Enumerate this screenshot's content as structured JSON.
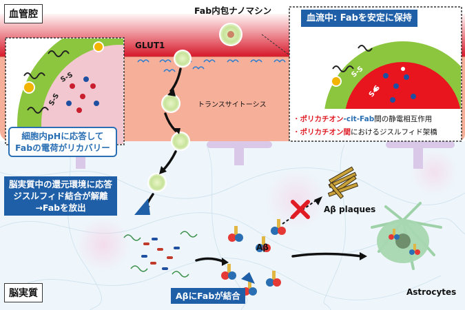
{
  "labels": {
    "blood_vessel": "血管腔",
    "brain_parenchyma": "脳実質",
    "nanomachine": "Fab内包ナノマシン",
    "glut1": "GLUT1",
    "transcytosis": "トランスサイトーシス",
    "blood_stability_title": "血流中: Fabを安定に保持",
    "bullet1_a": "ポリカチオン",
    "bullet1_b": "-cit-Fab",
    "bullet1_c": "間の静電相互作用",
    "bullet2_a": "ポリカチオン間",
    "bullet2_b": "におけるジスルフィド架橋",
    "ph_callout_line1": "細胞内pHに応答して",
    "ph_callout_line2": "Fabの電荷がリカバリー",
    "reduction_line1": "脳実質中の還元環境に応答",
    "reduction_line2": "ジスルフィド結合が解離",
    "reduction_line3": "→Fabを放出",
    "ab_plaques": "Aβ plaques",
    "ab": "Aβ",
    "ab_fab_binding": "AβにFabが結合",
    "astrocytes": "Astrocytes",
    "ss": "S-S",
    "s": "S"
  },
  "colors": {
    "vessel_red": "#d7192b",
    "endothelium": "#f6b09a",
    "membrane_green": "#8cc63e",
    "inner_pink": "#f2c7cf",
    "callout_blue": "#2a6fb4",
    "box_blue": "#1f5fa8",
    "astrocyte_green": "#a7d7b0"
  }
}
